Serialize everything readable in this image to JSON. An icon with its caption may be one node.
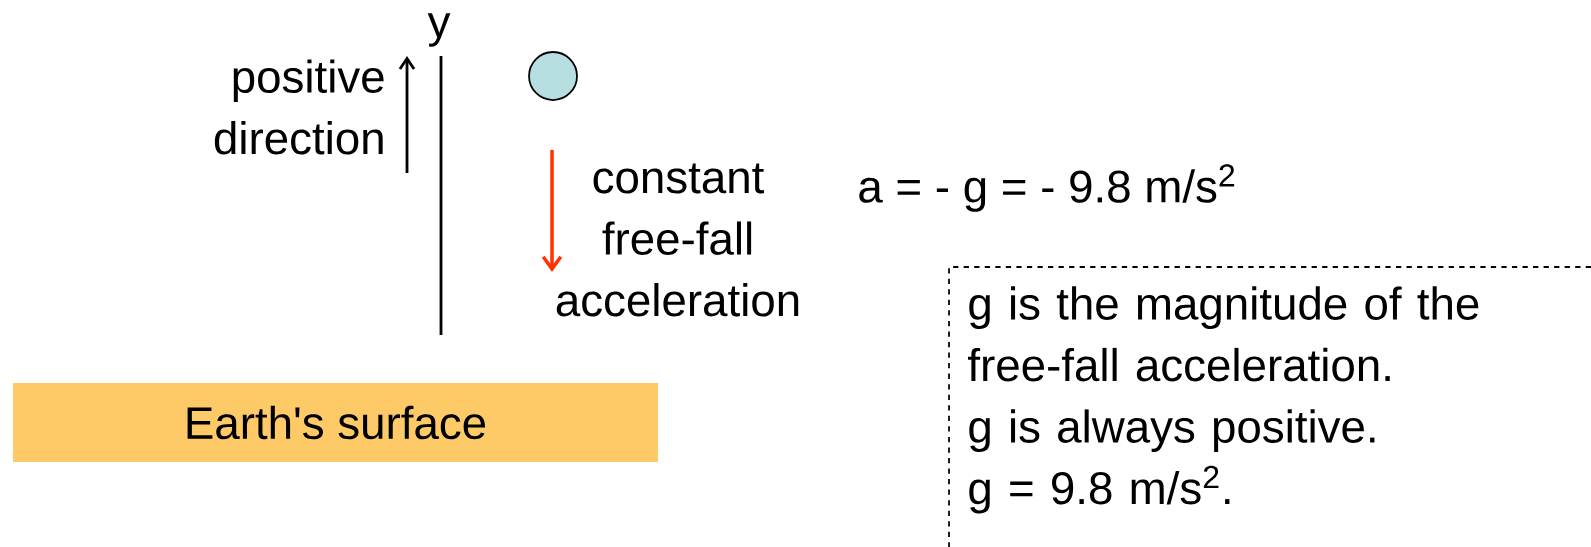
{
  "diagram": {
    "nodes": [
      {
        "text": [
          "Earth's surface"
        ]
      },
      {
        "text": [
          "g is the magnitude of the free-fall acceleration.",
          "g is always positive.",
          "g = 9.8 m/s$^{2}$."
        ]
      }
    ],
    "labels": [
      "y",
      "positive direction",
      "constant free-fall acceleration",
      "a = - g = - 9.8 m/s$^{2}$"
    ]
  }
}
